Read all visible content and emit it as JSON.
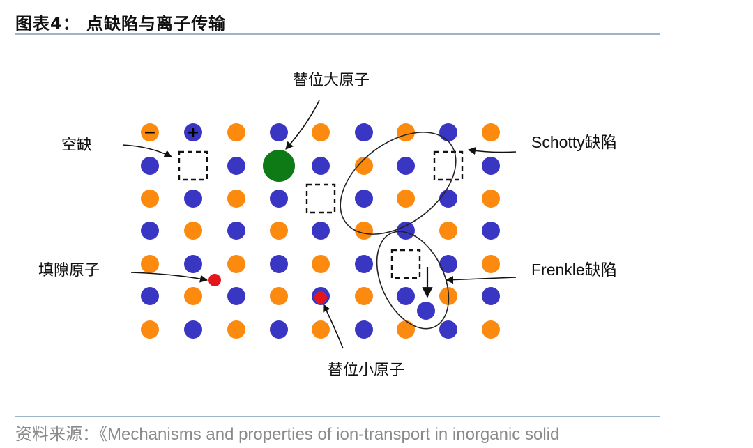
{
  "figure": {
    "title": "图表4： 点缺陷与离子传输",
    "source": "资料来源：《Mechanisms and properties of ion-transport in inorganic solid"
  },
  "colors": {
    "orange_ion": "#fb8a0f",
    "blue_ion": "#3a36c4",
    "large_substitute": "#0e7a16",
    "small_atom": "#e4161b",
    "rule": "#9db3c8"
  },
  "signs": {
    "negative": "−",
    "positive": "+"
  },
  "labels": {
    "vacancy": "空缺",
    "large_substitute": "替位大原子",
    "schottky": "Schotty缺陷",
    "interstitial": "填隙原子",
    "frenkel": "Frenkle缺陷",
    "small_substitute": "替位小原子"
  }
}
